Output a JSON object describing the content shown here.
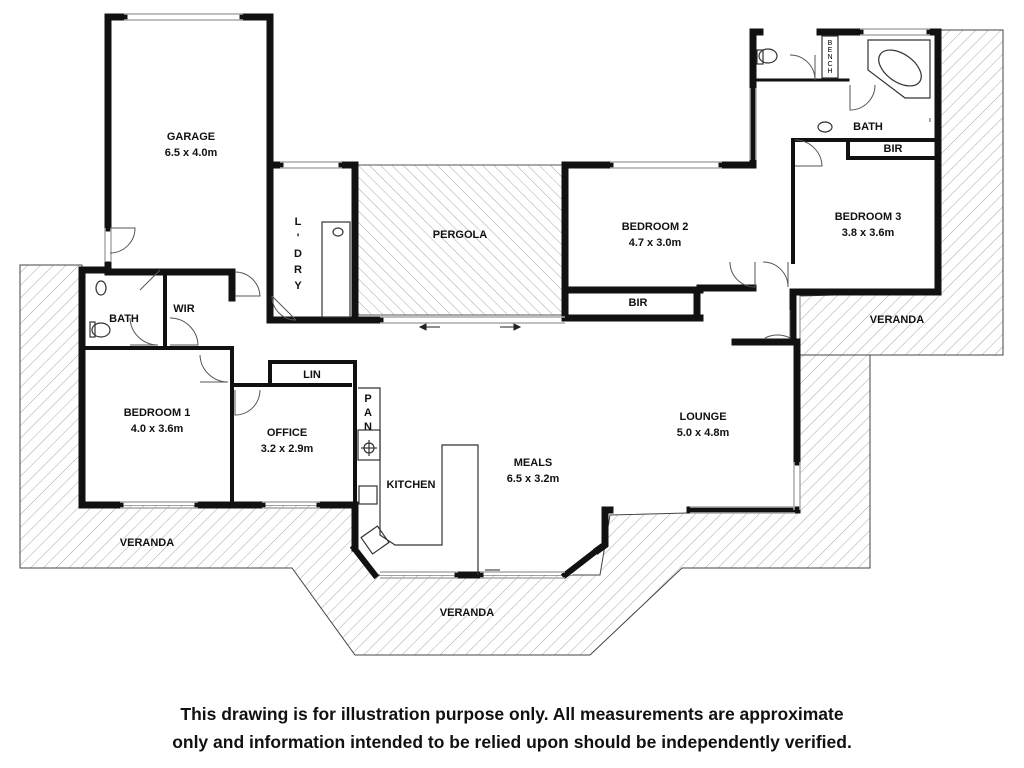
{
  "rooms": {
    "garage": {
      "name": "GARAGE",
      "size": "6.5 x 4.0m"
    },
    "laundry": {
      "name": "L'DRY"
    },
    "pergola": {
      "name": "PERGOLA"
    },
    "bedroom2": {
      "name": "BEDROOM 2",
      "size": "4.7 x 3.0m"
    },
    "bir_bedroom2": {
      "name": "BIR"
    },
    "bedroom3": {
      "name": "BEDROOM 3",
      "size": "3.8 x 3.6m"
    },
    "bir_bedroom3": {
      "name": "BIR"
    },
    "ensuite_bath": {
      "name": "BATH"
    },
    "bench": {
      "name": "BENCH"
    },
    "bath_west": {
      "name": "BATH"
    },
    "wir": {
      "name": "WIR"
    },
    "bedroom1": {
      "name": "BEDROOM 1",
      "size": "4.0 x 3.6m"
    },
    "office": {
      "name": "OFFICE",
      "size": "3.2 x 2.9m"
    },
    "linen": {
      "name": "LIN"
    },
    "pantry": {
      "name": "PAN"
    },
    "kitchen": {
      "name": "KITCHEN"
    },
    "meals": {
      "name": "MEALS",
      "size": "6.5 x 3.2m"
    },
    "lounge": {
      "name": "LOUNGE",
      "size": "5.0 x 4.8m"
    }
  },
  "verandas": {
    "west": "VERANDA",
    "south": "VERANDA",
    "east": "VERANDA"
  },
  "disclaimer": {
    "line1": "This drawing is for illustration purpose only. All measurements are approximate",
    "line2": "only and information intended to be relied upon should be independently verified."
  },
  "colors": {
    "wall": "#111111",
    "hatch": "#9a9a9a",
    "window": "#bbbbbb",
    "fixture": "#777777"
  }
}
